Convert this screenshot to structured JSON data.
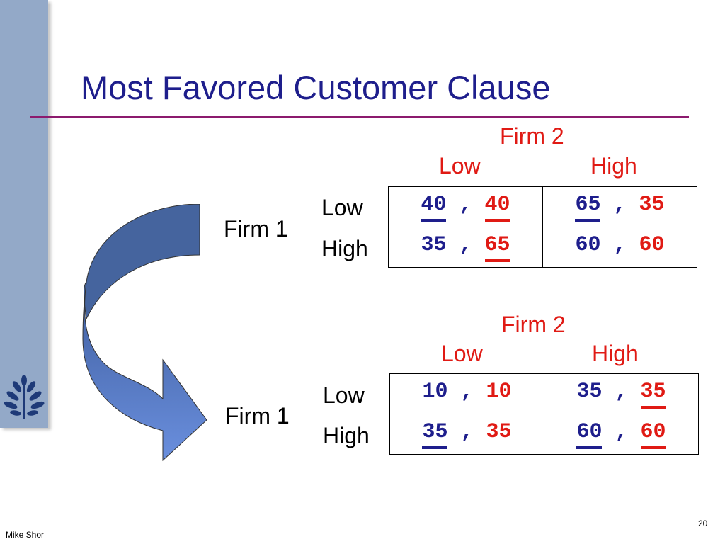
{
  "slide": {
    "title": "Most Favored Customer Clause",
    "author": "Mike Shor",
    "page_number": "20"
  },
  "colors": {
    "title": "#1e1e8c",
    "rule": "#8c1a6e",
    "sidebar": "#93a9c8",
    "firm1_payoff": "#1e1e8c",
    "firm2_payoff": "#e01a14"
  },
  "games": [
    {
      "column_player": "Firm 2",
      "row_player": "Firm 1",
      "column_strategies": [
        "Low",
        "High"
      ],
      "row_strategies": [
        "Low",
        "High"
      ],
      "cells": [
        [
          {
            "p1": "40",
            "p2": "40",
            "p1_underlined": true,
            "p2_underlined": true
          },
          {
            "p1": "65",
            "p2": "35",
            "p1_underlined": true,
            "p2_underlined": false
          }
        ],
        [
          {
            "p1": "35",
            "p2": "65",
            "p1_underlined": false,
            "p2_underlined": true
          },
          {
            "p1": "60",
            "p2": "60",
            "p1_underlined": false,
            "p2_underlined": false
          }
        ]
      ]
    },
    {
      "column_player": "Firm 2",
      "row_player": "Firm 1",
      "column_strategies": [
        "Low",
        "High"
      ],
      "row_strategies": [
        "Low",
        "High"
      ],
      "cells": [
        [
          {
            "p1": "10",
            "p2": "10",
            "p1_underlined": false,
            "p2_underlined": false
          },
          {
            "p1": "35",
            "p2": "35",
            "p1_underlined": false,
            "p2_underlined": true
          }
        ],
        [
          {
            "p1": "35",
            "p2": "35",
            "p1_underlined": true,
            "p2_underlined": false
          },
          {
            "p1": "60",
            "p2": "60",
            "p1_underlined": true,
            "p2_underlined": true
          }
        ]
      ]
    }
  ]
}
